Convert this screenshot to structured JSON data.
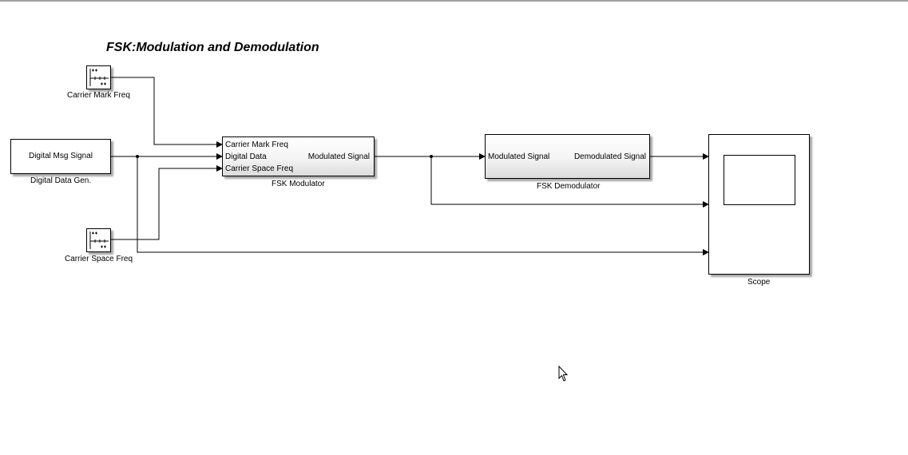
{
  "title": "FSK:Modulation and Demodulation",
  "blocks": {
    "carrier_mark": {
      "caption": "Carrier Mark Freq"
    },
    "digital_msg": {
      "label": "Digital Msg Signal",
      "caption": "Digital Data Gen."
    },
    "carrier_space": {
      "caption": "Carrier Space Freq"
    },
    "modulator": {
      "caption": "FSK Modulator",
      "in_ports": [
        "Carrier Mark Freq",
        "Digital Data",
        "Carrier Space Freq"
      ],
      "out_port": "Modulated Signal"
    },
    "demodulator": {
      "caption": "FSK Demodulator",
      "in_port": "Modulated Signal",
      "out_port": "Demodulated Signal"
    },
    "scope": {
      "caption": "Scope"
    }
  },
  "icons": [
    "clock-source-icon",
    "scope-screen-icon",
    "mouse-cursor-icon"
  ]
}
